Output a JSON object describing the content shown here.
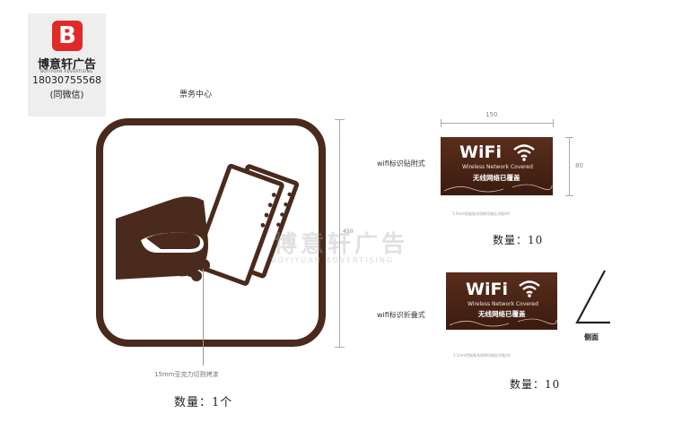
{
  "logo": {
    "mark": "B",
    "name": "博意轩广告",
    "subtitle": "BOYIYUAN ADVERTISING",
    "phone": "18030755568",
    "wechat": "(同微信)",
    "accent_color": "#e02a2a"
  },
  "ticket_sign": {
    "title": "票务中心",
    "frame_color": "#4a2a1d",
    "icon": "hand-holding-tickets-icon",
    "dimension_label": "450",
    "leader_note": "15mm亚克力切割烤漆",
    "quantity": "数量：1个"
  },
  "watermark": {
    "text": "博意轩广告",
    "subtitle": "BOYIYUAN ADVERTISING"
  },
  "wifi_signs": {
    "brand_word": "WiFi",
    "english": "Wireless Network Covered",
    "chinese": "无线网络已覆盖",
    "board_color": "#4a2416",
    "attached": {
      "label": "wifi标识贴附式",
      "width_label": "150",
      "height_label": "80",
      "note": "1.5mm铝板贴木纹转印底反光贴UV",
      "quantity": "数量：10"
    },
    "folded": {
      "label": "wifi标识折叠式",
      "note": "1.5mm铝板贴木纹转印底反光贴UV",
      "quantity": "数量：10",
      "side_label": "侧面"
    }
  }
}
